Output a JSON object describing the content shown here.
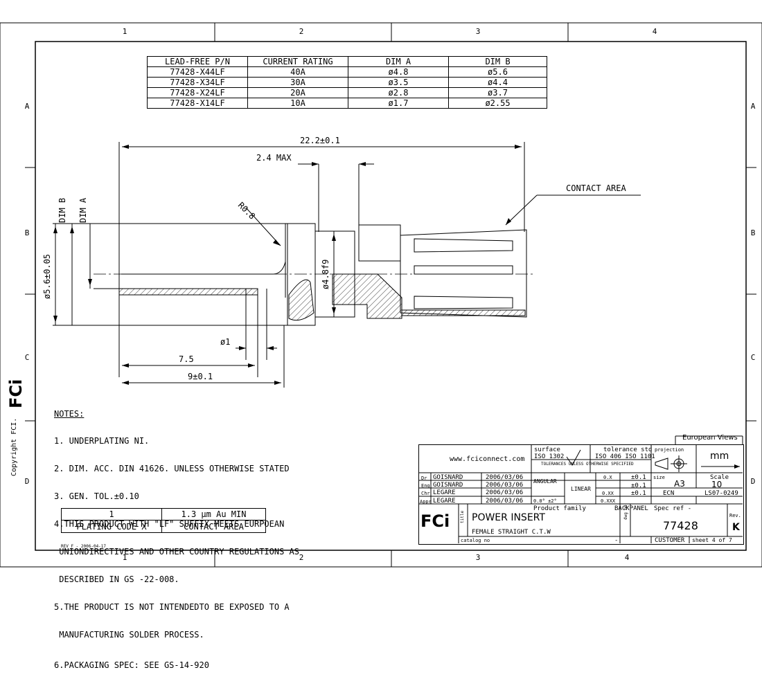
{
  "zones": {
    "cols": [
      "1",
      "2",
      "3",
      "4"
    ],
    "rows": [
      "A",
      "B",
      "C",
      "D"
    ]
  },
  "pn_table": {
    "headers": [
      "LEAD-FREE P/N",
      "CURRENT RATING",
      "DIM A",
      "DIM B"
    ],
    "rows": [
      [
        "77428-X44LF",
        "40A",
        "ø4.8",
        "ø5.6"
      ],
      [
        "77428-X34LF",
        "30A",
        "ø3.5",
        "ø4.4"
      ],
      [
        "77428-X24LF",
        "20A",
        "ø2.8",
        "ø3.7"
      ],
      [
        "77428-X14LF",
        "10A",
        "ø1.7",
        "ø2.55"
      ]
    ]
  },
  "dimensions": {
    "overall": "22.2±0.1",
    "max": "2.4 MAX",
    "contact_area": "CONTACT AREA",
    "radius": "R0.8",
    "dim_b": "DIM B",
    "dim_a": "DIM A",
    "dia_56": "ø5.6±0.05",
    "dia_48": "ø4.8f9",
    "dia_1": "ø1",
    "len_75": "7.5",
    "len_9": "9±0.1"
  },
  "notes": {
    "title": "NOTES:",
    "lines": [
      "1. UNDERPLATING NI.",
      "2. DIM. ACC. DIN 41626. UNLESS OTHERWISE STATED",
      "3. GEN. TOL.±0.10",
      "4.THIS PRODUCT WITH \"LF\" SUFFIX MEETS EURPOEAN",
      " UNIONDIRECTIVES AND OTHER COUNTRY REGULATIONS AS",
      " DESCRIBED IN GS -22-008.",
      "5.THE PRODUCT IS NOT INTENDEDTO BE EXPOSED TO A",
      " MANUFACTURING SOLDER PROCESS.",
      "6.PACKAGING SPEC: SEE GS-14-920"
    ]
  },
  "plating_table": {
    "row1": [
      "1",
      "1.3 µm Au MIN"
    ],
    "row2": [
      "PLATING CODE X",
      "CONTACT AREA"
    ]
  },
  "logo": {
    "text": "FCi",
    "copyright": "Copyright FCI."
  },
  "rev_note": "REV F - 2006-04-17",
  "title_block": {
    "european_views": "European Views",
    "website": "www.fciconnect.com",
    "surface_label": "surface",
    "surface_std": "ISO 1302",
    "tolerance_std_label": "tolerance std",
    "tolerance_std": "ISO 406  ISO 1101",
    "tolerances_note": "TOLERANCES UNLESS OTHERWISE SPECIFIED",
    "projection_label": "projection",
    "units": "mm",
    "people": [
      {
        "role": "Dr",
        "name": "GOISNARD",
        "date": "2006/03/06"
      },
      {
        "role": "Eng",
        "name": "GOISNARD",
        "date": "2006/03/06"
      },
      {
        "role": "Chr",
        "name": "LEGARE",
        "date": "2006/03/06"
      },
      {
        "role": "Appr",
        "name": "LEGARE",
        "date": "2006/03/06"
      }
    ],
    "angular": "ANGULAR",
    "angular_tol": "0.0° ±2°",
    "linear": "LINEAR",
    "tol_rows": [
      [
        "0.X",
        "±0.1"
      ],
      [
        "0.XX",
        "±0.1"
      ],
      [
        "0.XXX",
        "±0.1"
      ]
    ],
    "size_label": "size",
    "size": "A3",
    "scale_label": "Scale",
    "scale": "10",
    "ecn_label": "ECN",
    "ecn": "LS07-0249",
    "product_family_label": "Product family",
    "product_family": "BACKPANEL",
    "spec_ref": "Spec ref  -",
    "title_label": "title",
    "title": "POWER INSERT",
    "subtitle": "FEMALE STRAIGHT C.T.W",
    "catalog_label": "catalog no",
    "catalog_no": "-",
    "dwg_label": "dwg no",
    "dwg_no": "77428",
    "rev_label": "Rev.",
    "rev": "K",
    "customer": "CUSTOMER",
    "sheet": "sheet 4 of 7"
  }
}
